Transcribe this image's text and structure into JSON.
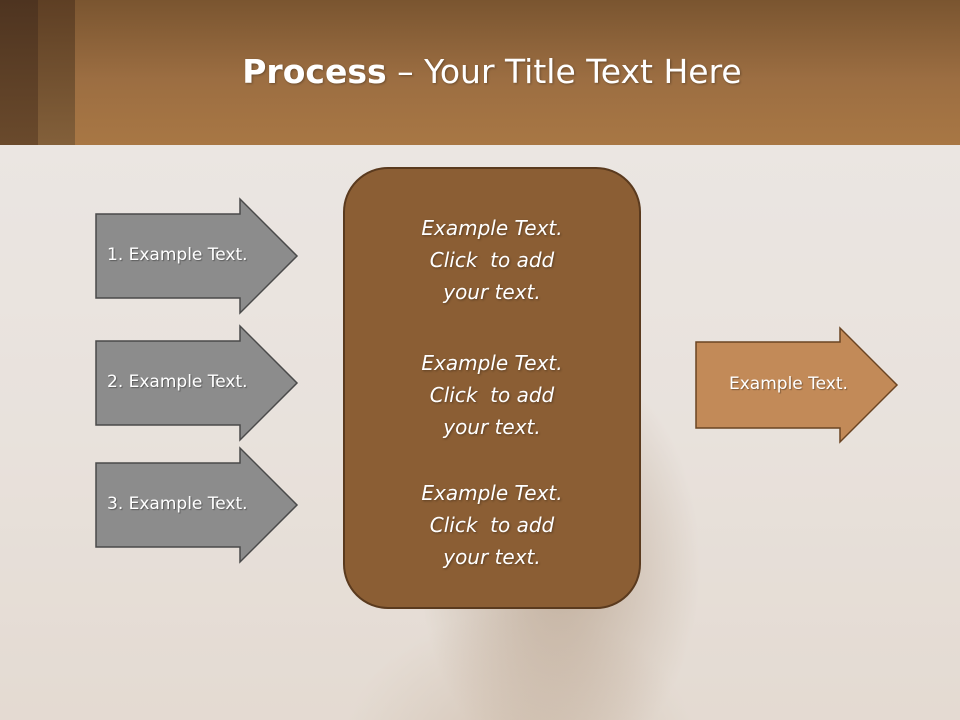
{
  "header": {
    "title_bold": "Process",
    "title_rest": " – Your Title Text Here"
  },
  "left_arrows": [
    {
      "label": "1. Example Text."
    },
    {
      "label": "2. Example Text."
    },
    {
      "label": "3. Example Text."
    }
  ],
  "center_box": {
    "items": [
      {
        "line1": "Example Text.",
        "line2": "Click  to add",
        "line3": "your text."
      },
      {
        "line1": "Example Text.",
        "line2": "Click  to add",
        "line3": "your text."
      },
      {
        "line1": "Example Text.",
        "line2": "Click  to add",
        "line3": "your text."
      }
    ]
  },
  "right_arrow": {
    "label": "Example Text."
  },
  "colors": {
    "gray_arrow": "#8c8c8c",
    "center_box": "#8b5e34",
    "right_arrow": "#c28a58",
    "header": "#9c6e42"
  }
}
